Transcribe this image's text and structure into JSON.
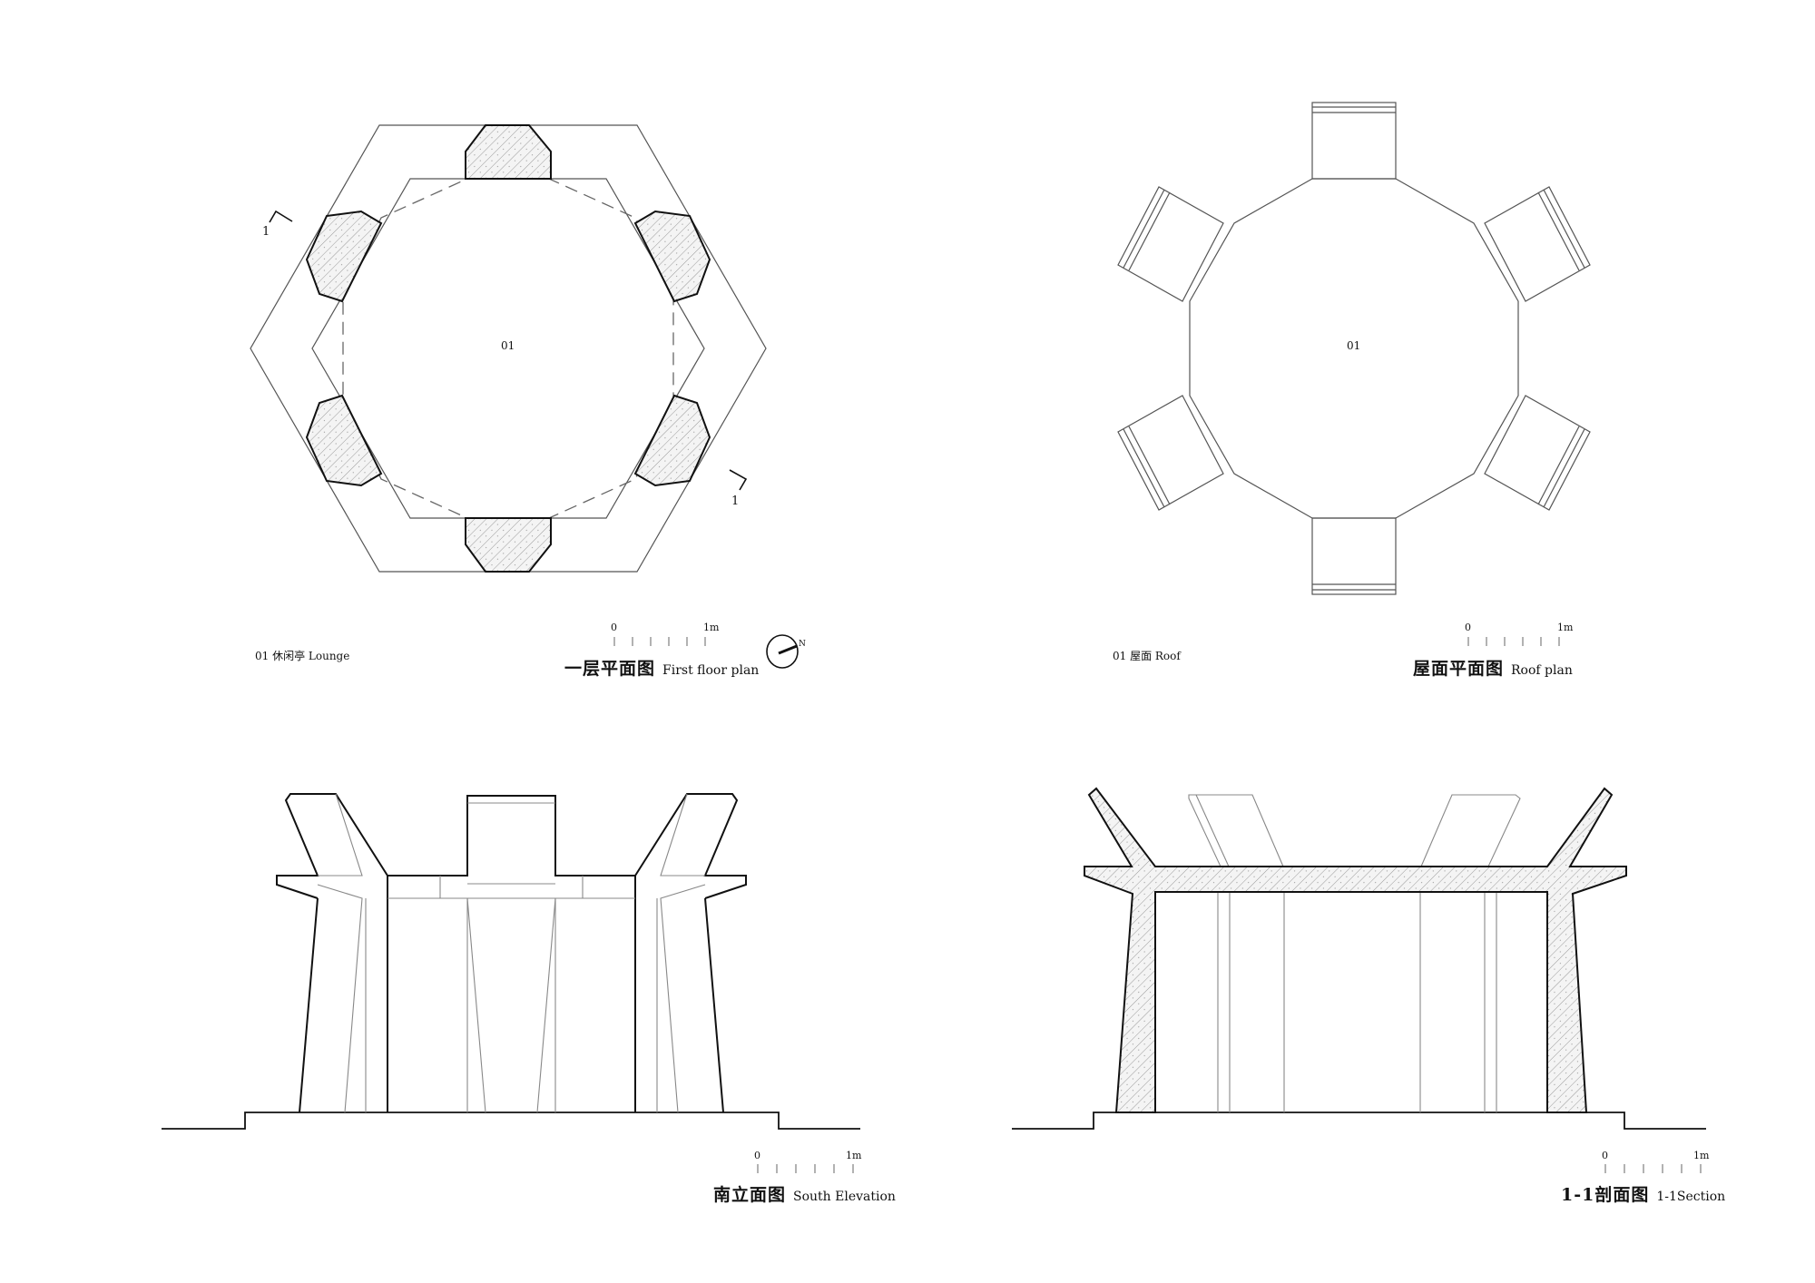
{
  "sheet": {
    "background": "#ffffff",
    "line_color": "#111111",
    "hatch_color": "#9a9a9a"
  },
  "first_floor_plan": {
    "space_code": "01",
    "room_tag": "01 休闲亭 Lounge",
    "title_cn": "一层平面图",
    "title_en": "First floor plan",
    "section_marker_top": "1",
    "section_marker_bottom": "1",
    "north_arrow_label": "N",
    "scale_bar": {
      "start": "0",
      "end": "1m",
      "ticks": 6
    }
  },
  "roof_plan": {
    "space_code": "01",
    "room_tag": "01 屋面 Roof",
    "title_cn": "屋面平面图",
    "title_en": "Roof plan",
    "scale_bar": {
      "start": "0",
      "end": "1m",
      "ticks": 6
    }
  },
  "south_elevation": {
    "title_cn": "南立面图",
    "title_en": "South Elevation",
    "scale_bar": {
      "start": "0",
      "end": "1m",
      "ticks": 6
    }
  },
  "section_1_1": {
    "title_cn": "1-1剖面图",
    "title_en": "1-1Section",
    "scale_bar": {
      "start": "0",
      "end": "1m",
      "ticks": 6
    }
  }
}
